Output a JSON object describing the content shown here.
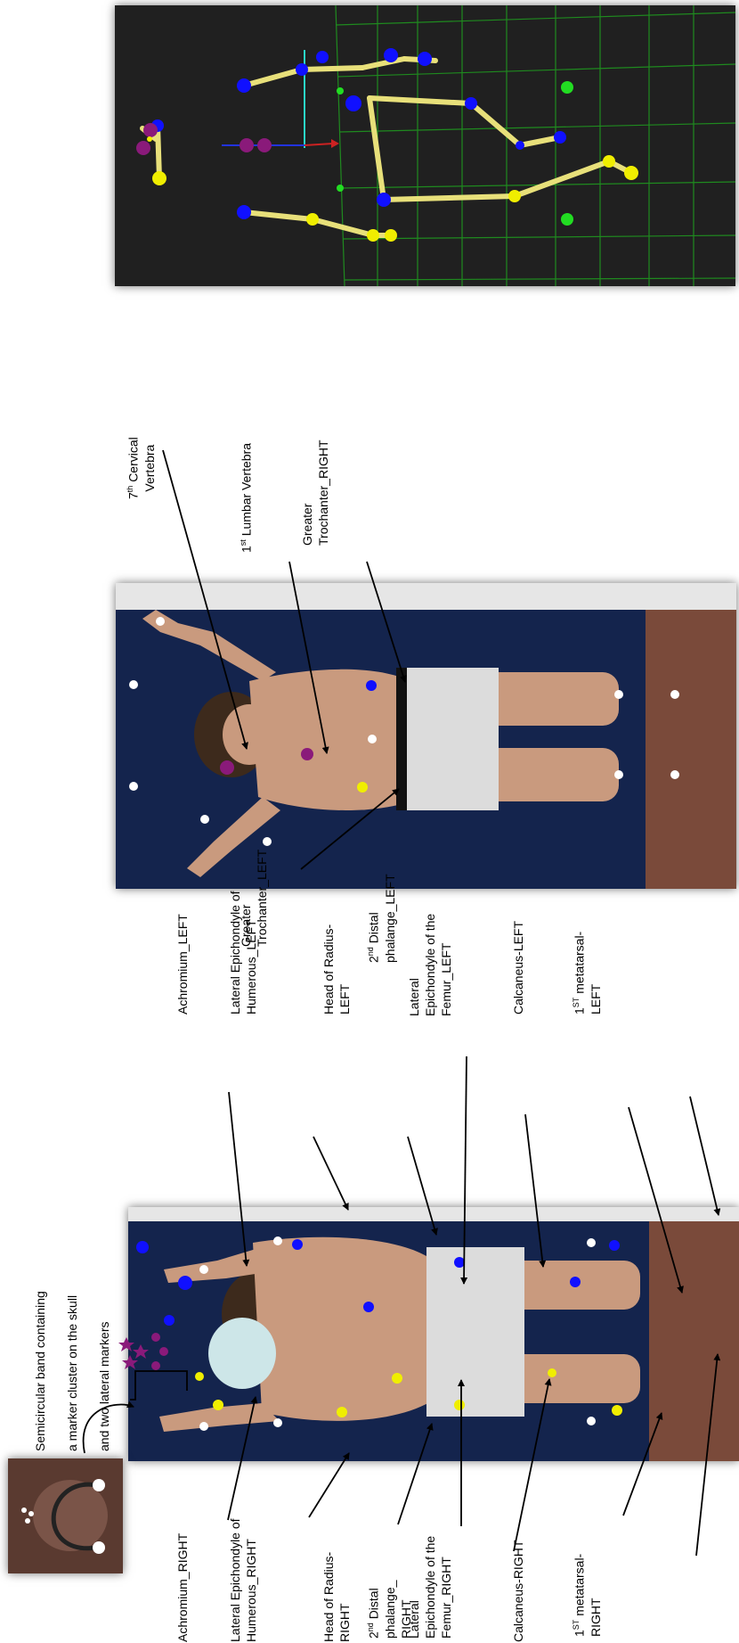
{
  "colors": {
    "skeleton_bg": "#202020",
    "bone": "#e8e07a",
    "marker_blue": "#1010ff",
    "marker_purple": "#8a1a7a",
    "marker_green": "#22dd22",
    "marker_yellow": "#f0ee00",
    "grid_green": "#1f8a1f",
    "photo_wall": "#14244d",
    "photo_floor": "#7a4a3a",
    "skin": "#c99a7e"
  },
  "head_band_note": {
    "lines": [
      "Semicircular band containing",
      "a marker cluster on the skull",
      "and two lateral markers"
    ]
  },
  "front_labels": {
    "achromium_right": "Achromium_RIGHT",
    "lat_epicondyle_humerus_right": "Lateral Epichondyle of\nHumerous_RIGHT",
    "head_radius_right": "Head of Radius-\nRIGHT",
    "distal_phalange_right_sup": "nd",
    "distal_phalange_right_num": "2",
    "distal_phalange_right_text": " Distal\nphalange_\nRIGHT",
    "lat_epicondyle_femur_right": "Lateral\nEpichondyle of the\nFemur_RIGHT",
    "calcaneus_right": "Calcaneus-RIGHT",
    "metatarsal_right_num": "1",
    "metatarsal_right_sup": "ST",
    "metatarsal_right_text": " metatarsal-\nRIGHT",
    "achromium_left": "Achromium_LEFT",
    "lat_epicondyle_humerus_left": "Lateral Epichondyle of\nHumerous_LEFT",
    "head_radius_left": "Head of Radius-\nLEFT",
    "distal_phalange_left_num": "2",
    "distal_phalange_left_sup": "nd",
    "distal_phalange_left_text": " Distal\nphalange_LEFT",
    "lat_epicondyle_femur_left": "Lateral\nEpichondyle of the\nFemur_LEFT",
    "calcaneus_left": "Calcaneus-LEFT",
    "metatarsal_left_num": "1",
    "metatarsal_left_sup": "ST",
    "metatarsal_left_text": " metatarsal-\nLEFT"
  },
  "back_labels": {
    "greater_trochanter_left": "Greater\nTrochanter_LEFT",
    "cervical_num": "7",
    "cervical_sup": "th",
    "cervical_text": " Cervical\nVertebra",
    "lumbar_num": "1",
    "lumbar_sup": "st",
    "lumbar_text": " Lumbar Vertebra",
    "greater_trochanter_right": "Greater\nTrochanter_RIGHT"
  }
}
